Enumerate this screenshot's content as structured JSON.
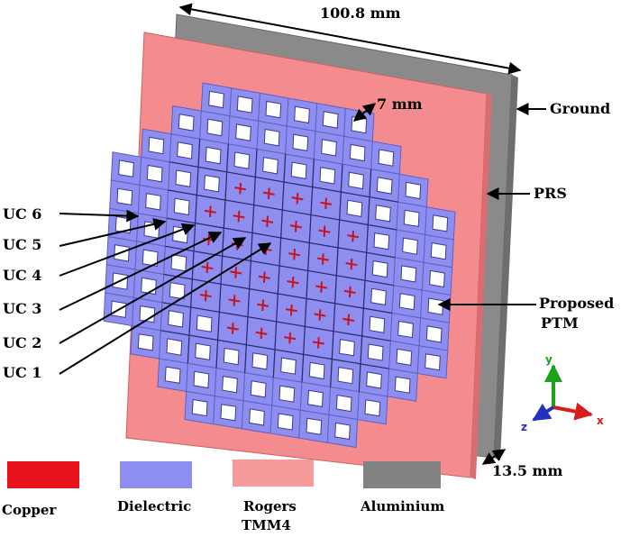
{
  "dimensions": {
    "width_label": "100.8 mm",
    "cell_label": "7 mm",
    "thickness_label": "13.5 mm"
  },
  "layers": {
    "ground": "Ground",
    "prs": "PRS",
    "ptm_line1": "Proposed",
    "ptm_line2": "PTM"
  },
  "unit_cells": [
    "UC 6",
    "UC 5",
    "UC 4",
    "UC 3",
    "UC 2",
    "UC 1"
  ],
  "axes": {
    "x": "x",
    "y": "y",
    "z": "z"
  },
  "legend": [
    {
      "line1": "Copper",
      "line2": "",
      "color": "#e8131b"
    },
    {
      "line1": "Dielectric",
      "line2": "",
      "color": "#8e8ef0"
    },
    {
      "line1": "Rogers",
      "line2": "TMM4",
      "color": "#f79a9c"
    },
    {
      "line1": "Aluminium",
      "line2": "",
      "color": "#828282"
    }
  ],
  "colors": {
    "copper": "#c4151c",
    "dielectric": "#8e8ef0",
    "dielectric_dark": "#5f5fc4",
    "rogers": "#f48b8e",
    "aluminium": "#8a8a8a"
  }
}
